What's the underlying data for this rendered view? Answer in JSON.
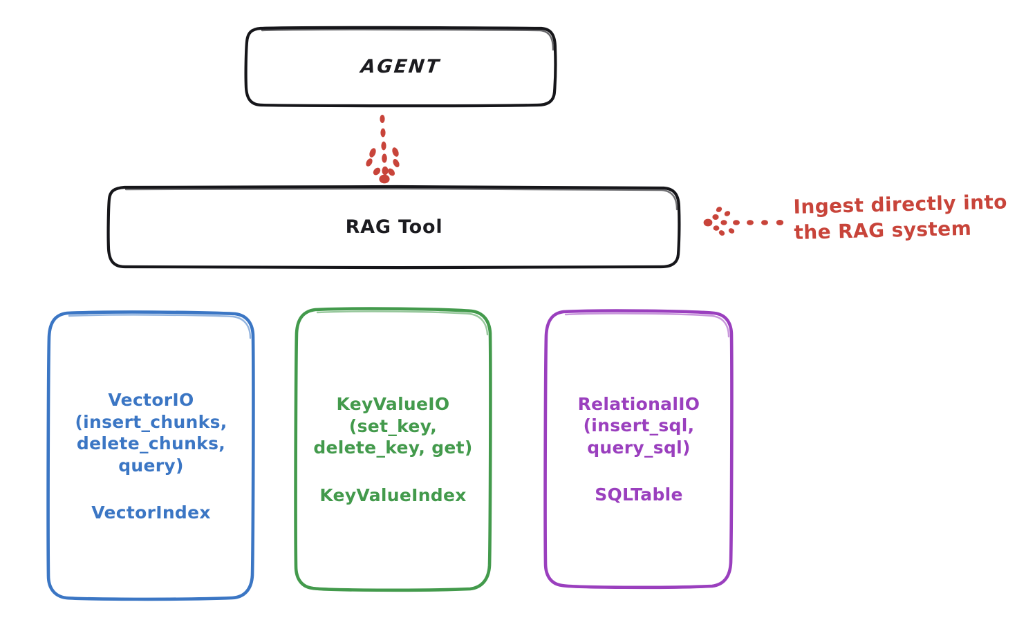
{
  "diagram": {
    "title_nodes": {
      "agent": {
        "label": "AGENT"
      },
      "rag_tool": {
        "label": "RAG Tool"
      }
    },
    "leaf_nodes": [
      {
        "id": "vector",
        "api_label": "VectorIO\n(insert_chunks,\ndelete_chunks,\nquery)",
        "store_label": "VectorIndex",
        "color": "#3b76c4"
      },
      {
        "id": "keyvalue",
        "api_label": "KeyValueIO\n(set_key,\ndelete_key, get)",
        "store_label": "KeyValueIndex",
        "color": "#439a4c"
      },
      {
        "id": "relational",
        "api_label": "RelationalIO\n(insert_sql,\nquery_sql)",
        "store_label": "SQLTable",
        "color": "#9a3fbe"
      }
    ],
    "annotations": [
      {
        "id": "ingest-note",
        "text": "Ingest directly into\nthe RAG system",
        "color": "#c8443a"
      }
    ],
    "connectors": [
      {
        "id": "agent-to-rag-tool",
        "style": "dotted-arrow",
        "direction": "down",
        "color": "#c8443a"
      },
      {
        "id": "ingest-to-rag-tool",
        "style": "dotted-arrow",
        "direction": "left",
        "color": "#c8443a"
      }
    ],
    "stroke_colors": {
      "outline_dark": "#16161a",
      "background": "#ffffff"
    }
  }
}
